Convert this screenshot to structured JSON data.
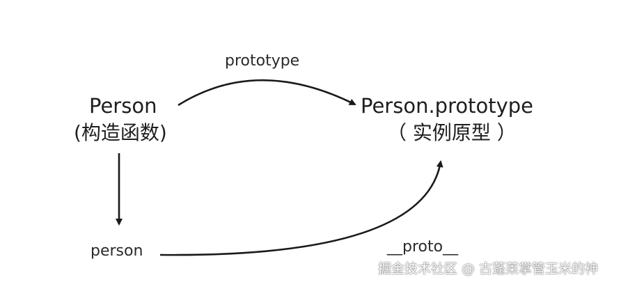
{
  "nodes": {
    "constructor": {
      "title": "Person",
      "subtitle": "(构造函数)"
    },
    "prototype_object": {
      "title": "Person.prototype",
      "subtitle": "（ 实例原型 ）"
    },
    "instance": {
      "title": "person"
    }
  },
  "edges": {
    "prototype_label": "prototype",
    "proto_label": "__proto__"
  },
  "watermark": "掘金技术社区 @ 古蓬莱掌管玉米的神",
  "colors": {
    "line": "#1a1a1a",
    "text": "#1e1e1e"
  }
}
